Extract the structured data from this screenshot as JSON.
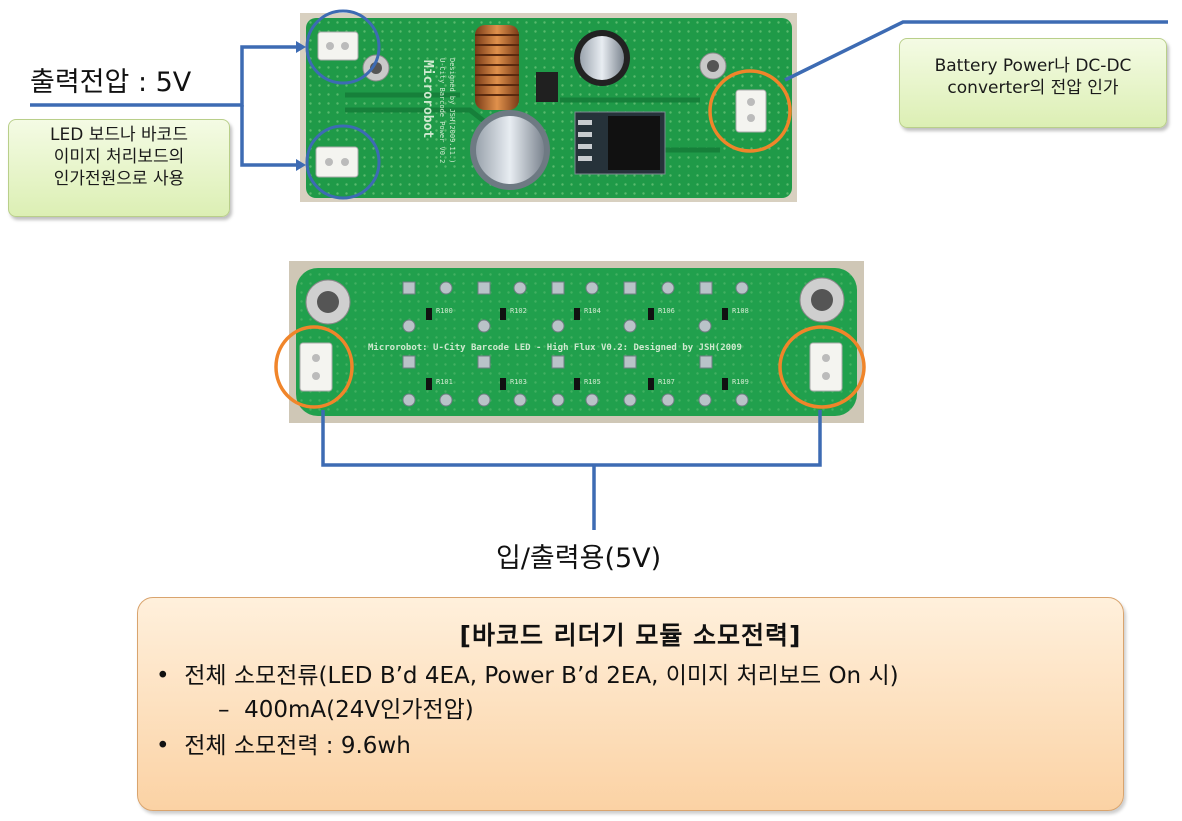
{
  "left_labels": {
    "output_voltage": "출력전압 : 5V",
    "usage_lines": [
      "LED 보드나 바코드",
      "이미지 처리보드의",
      "인가전원으로 사용"
    ]
  },
  "right_label": {
    "lines": [
      "Battery Power나 DC-DC",
      "converter의 전압 인가"
    ]
  },
  "power_board": {
    "silk_main": "Microrobot",
    "silk_lines": [
      "U-City Barcode Power V0.2",
      "Designed by JSH(2009.11.)"
    ]
  },
  "led_board": {
    "silk_text": "Microrobot: U-City Barcode LED - High Flux V0.2: Designed by JSH(2009",
    "resistors_top": [
      "R100",
      "R102",
      "R104",
      "R106",
      "R108"
    ],
    "resistors_bottom": [
      "R101",
      "R103",
      "R105",
      "R107",
      "R109"
    ]
  },
  "io_label": "입/출력용(5V)",
  "summary": {
    "title": "[바코드 리더기 모듈 소모전력]",
    "bullet1": "전체 소모전류(LED B’d 4EA, Power B’d 2EA, 이미지 처리보드 On 시)",
    "sub1": "400mA(24V인가전압)",
    "bullet2": "전체 소모전력 : 9.6wh"
  },
  "colors": {
    "pcb_green": "#1f9a48",
    "line_blue": "#3d6bb3",
    "circle_orange": "#f0852a",
    "callout_green": "#dcefb4",
    "summary_orange": "#fbd2a4"
  }
}
